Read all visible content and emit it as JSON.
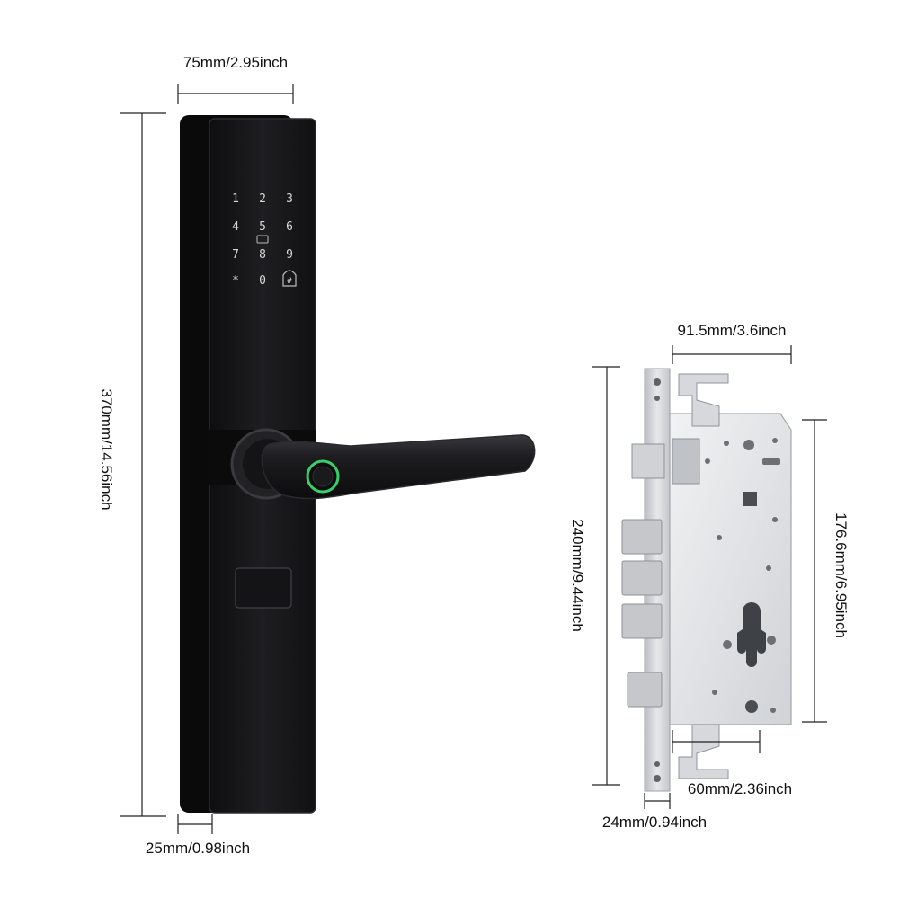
{
  "handle_lock": {
    "width_label": "75mm/2.95inch",
    "height_label": "370mm/14.56inch",
    "depth_label": "25mm/0.98inch",
    "keypad": [
      "1",
      "2",
      "3",
      "4",
      "5",
      "6",
      "7",
      "8",
      "9",
      "*",
      "0",
      "#"
    ]
  },
  "mortise": {
    "width_label": "91.5mm/3.6inch",
    "height_label": "240mm/9.44inch",
    "hole_span_label": "176.6mm/6.95inch",
    "spindle_distance_label": "60mm/2.36inch",
    "faceplate_label": "24mm/0.94inch"
  },
  "colors": {
    "lock_body": "#1b1b1d",
    "fingerprint_ring": "#39d06a",
    "mortise_steel": "#c9ccd0"
  }
}
